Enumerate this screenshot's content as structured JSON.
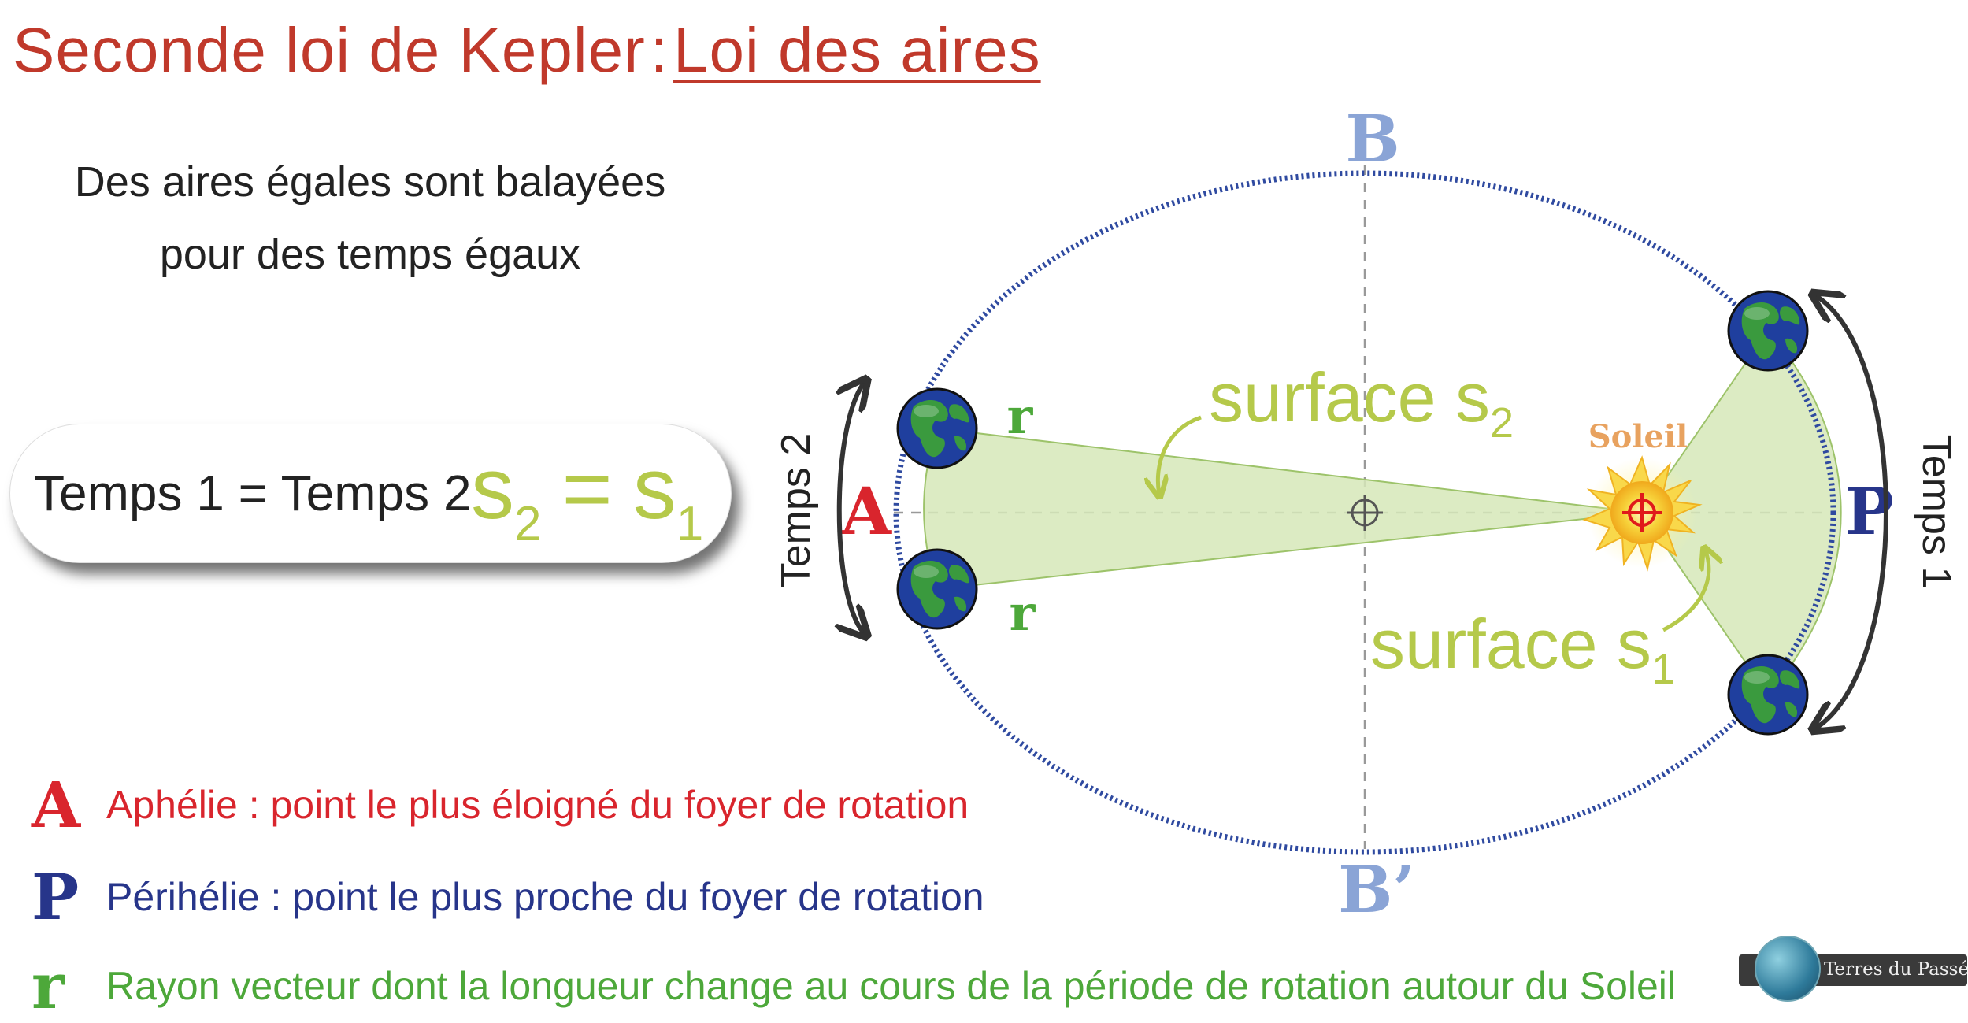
{
  "title": {
    "main": "Seconde loi de Kepler",
    "separator": ":",
    "highlight": "Loi des aires"
  },
  "subtitle": {
    "line1": "Des aires égales sont balayées",
    "line2": "pour des temps égaux"
  },
  "equation": {
    "left": "Temps 1 = Temps 2",
    "s_letter": "s",
    "sub_left": "2",
    "equals": "=",
    "sub_right": "1"
  },
  "diagram": {
    "label_B": "B",
    "label_B_prime": "B’",
    "label_A": "A",
    "label_P": "P",
    "label_r": "r",
    "label_soleil": "Soleil",
    "surface_word": "surface s",
    "surface2_sub": "2",
    "surface1_sub": "1",
    "temps1": "Temps 1",
    "temps2": "Temps 2"
  },
  "legend": [
    {
      "letter": "A",
      "text": "Aphélie : point le plus éloigné du foyer de rotation"
    },
    {
      "letter": "P",
      "text": "Périhélie : point le plus proche du foyer de rotation"
    },
    {
      "letter": "r",
      "text": "Rayon vecteur dont la longueur change au cours de la période de rotation autour du Soleil"
    }
  ],
  "logo": {
    "text": "Terres du Passé"
  },
  "colors": {
    "title": "#c0392b",
    "orbit": "#2f4aa0",
    "area_fill": "#d6e7b9",
    "area_stroke": "#9dc36a",
    "surface_label": "#b5c94a",
    "aphelion": "#d9252d",
    "perihelion": "#27358a",
    "radius": "#4da83a",
    "axis_label": "#8aa4d6",
    "sun": "#f7c531",
    "soleil_label": "#e8a25f"
  }
}
